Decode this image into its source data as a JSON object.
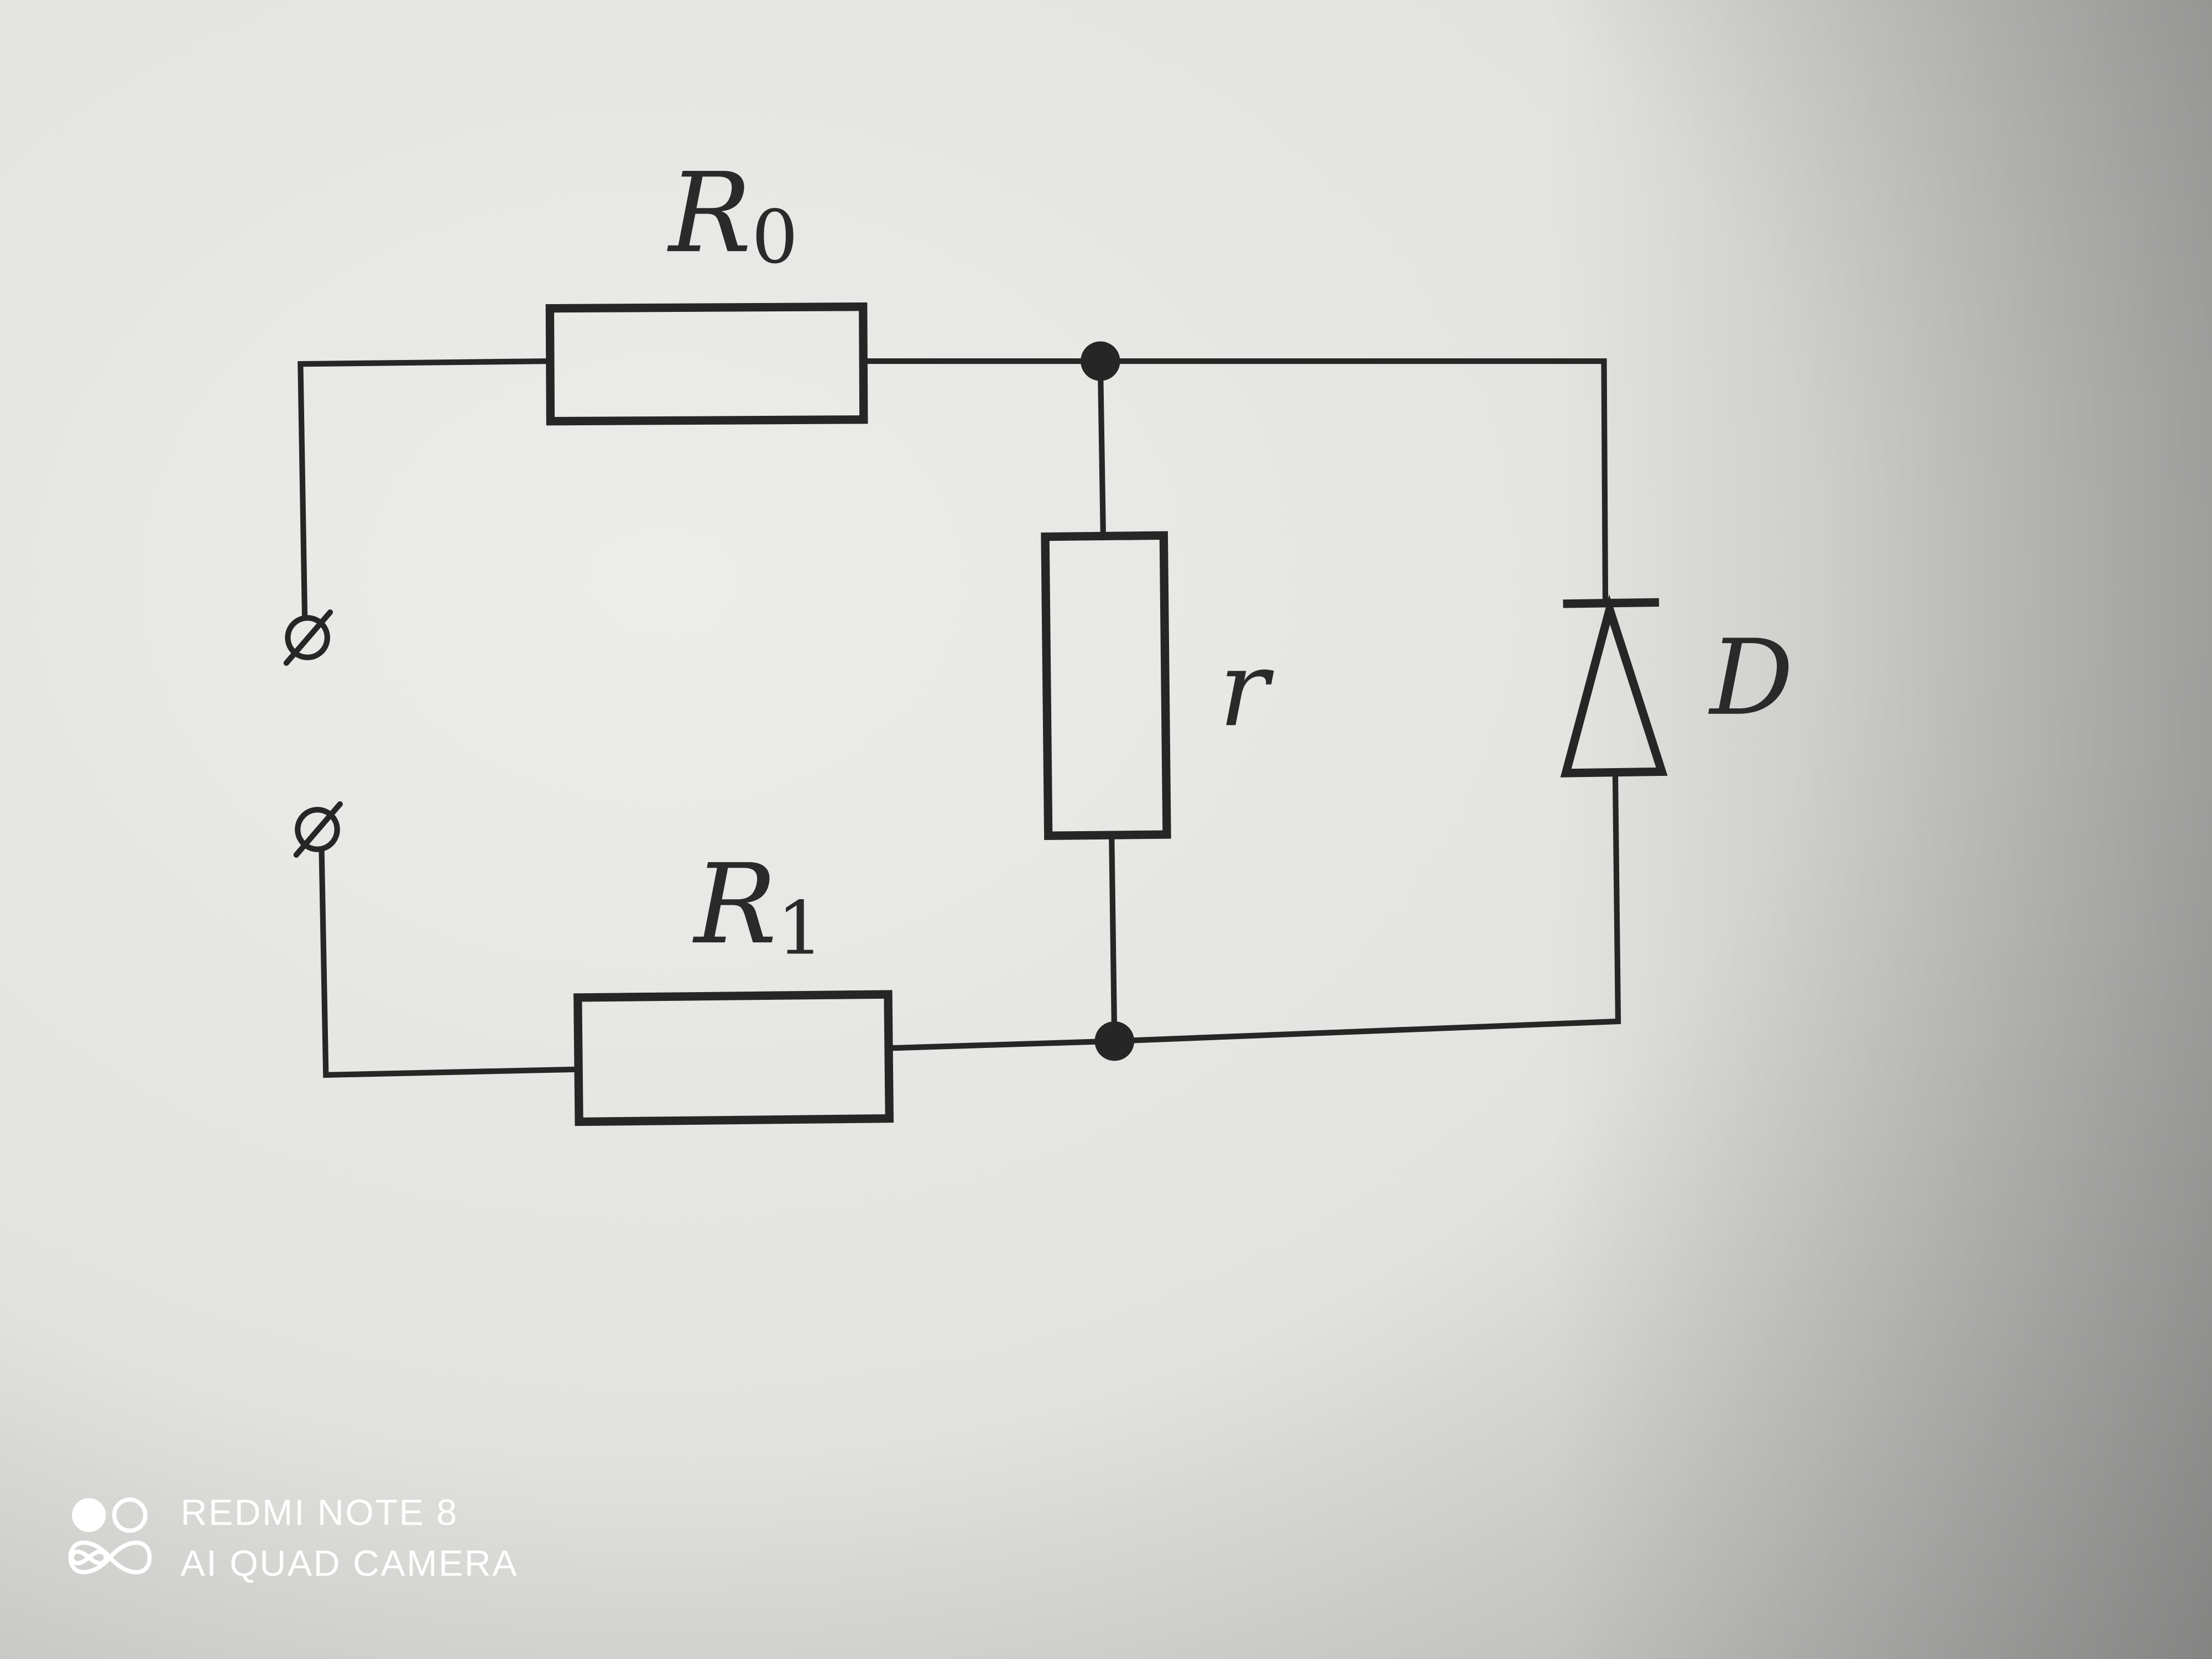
{
  "diagram": {
    "type": "circuit-schematic",
    "components": {
      "R0": {
        "symbol": "R",
        "subscript": "0",
        "kind": "resistor"
      },
      "R1": {
        "symbol": "R",
        "subscript": "1",
        "kind": "resistor"
      },
      "r": {
        "symbol": "r",
        "kind": "resistor"
      },
      "D": {
        "symbol": "D",
        "kind": "diode"
      }
    },
    "terminal_symbol": "⌀"
  },
  "watermark": {
    "line1": "REDMI NOTE 8",
    "line2": "AI QUAD CAMERA"
  },
  "colors": {
    "ink": "#262626",
    "paper": "#e6e6e3"
  }
}
